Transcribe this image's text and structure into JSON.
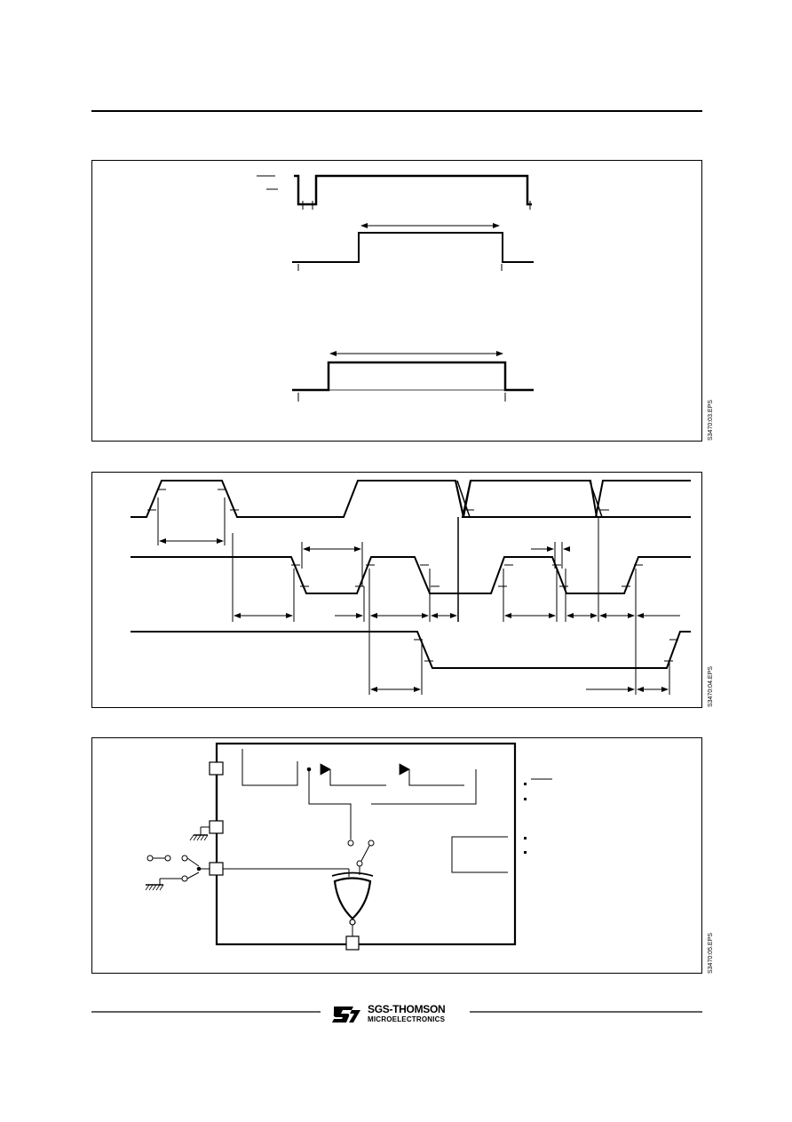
{
  "figures": [
    {
      "id": "figure-1",
      "code": "S3470:03.EPS"
    },
    {
      "id": "figure-2",
      "code": "S3470:04.EPS"
    },
    {
      "id": "figure-3",
      "code": "S3470:05.EPS"
    }
  ],
  "footer": {
    "company": "SGS-THOMSON",
    "division": "MICROELECTRONICS"
  },
  "colors": {
    "ink": "#000000",
    "paper": "#ffffff"
  }
}
